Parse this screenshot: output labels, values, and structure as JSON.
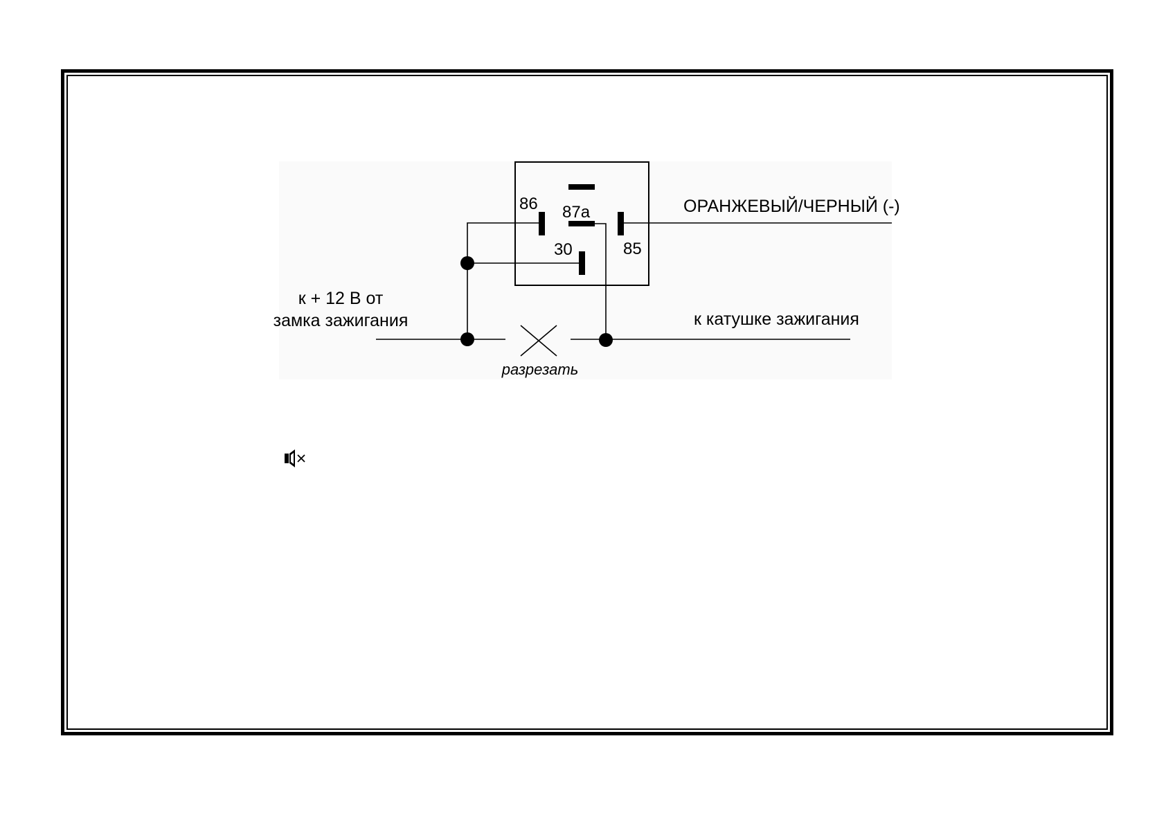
{
  "diagram": {
    "terminals": {
      "t86": "86",
      "t87a": "87a",
      "t30": "30",
      "t85": "85"
    },
    "labels": {
      "orange_black": "ОРАНЖЕВЫЙ/ЧЕРНЫЙ (-)",
      "plus12_line1": "к + 12 В от",
      "plus12_line2": "замка зажигания",
      "coil": "к катушке зажигания",
      "cut": "разрезать"
    }
  },
  "icons": {
    "mute": "speaker-muted-icon"
  },
  "colors": {
    "ink": "#000000",
    "panel": "#fafafa",
    "background": "#ffffff"
  }
}
